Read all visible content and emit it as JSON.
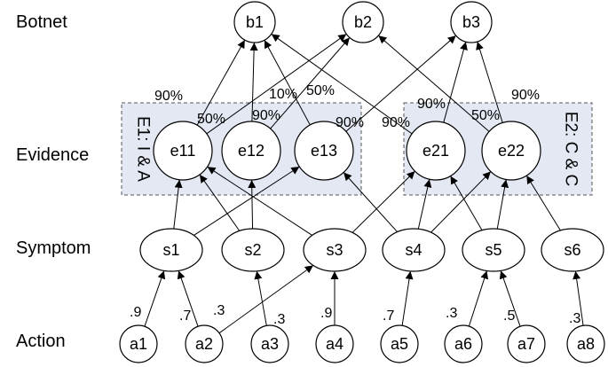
{
  "layers": {
    "botnet": "Botnet",
    "evidence": "Evidence",
    "symptom": "Symptom",
    "action": "Action"
  },
  "groups": {
    "e1": "E1: I & A",
    "e2": "E2: C & C"
  },
  "nodes": {
    "b1": "b1",
    "b2": "b2",
    "b3": "b3",
    "e11": "e11",
    "e12": "e12",
    "e13": "e13",
    "e21": "e21",
    "e22": "e22",
    "s1": "s1",
    "s2": "s2",
    "s3": "s3",
    "s4": "s4",
    "s5": "s5",
    "s6": "s6",
    "a1": "a1",
    "a2": "a2",
    "a3": "a3",
    "a4": "a4",
    "a5": "a5",
    "a6": "a6",
    "a7": "a7",
    "a8": "a8"
  },
  "edges": [
    {
      "from": "e11",
      "to": "b1"
    },
    {
      "from": "e11",
      "to": "b2"
    },
    {
      "from": "e12",
      "to": "b1"
    },
    {
      "from": "e12",
      "to": "b2"
    },
    {
      "from": "e13",
      "to": "b1"
    },
    {
      "from": "e13",
      "to": "b3"
    },
    {
      "from": "e21",
      "to": "b1"
    },
    {
      "from": "e21",
      "to": "b3"
    },
    {
      "from": "e22",
      "to": "b2"
    },
    {
      "from": "e22",
      "to": "b3"
    },
    {
      "from": "s1",
      "to": "e11"
    },
    {
      "from": "s1",
      "to": "e13"
    },
    {
      "from": "s2",
      "to": "e11"
    },
    {
      "from": "s2",
      "to": "e12"
    },
    {
      "from": "s3",
      "to": "e11"
    },
    {
      "from": "s3",
      "to": "e21"
    },
    {
      "from": "s4",
      "to": "e13"
    },
    {
      "from": "s4",
      "to": "e21"
    },
    {
      "from": "s4",
      "to": "e22"
    },
    {
      "from": "s5",
      "to": "e21"
    },
    {
      "from": "s5",
      "to": "e22"
    },
    {
      "from": "s6",
      "to": "e22"
    },
    {
      "from": "a1",
      "to": "s1"
    },
    {
      "from": "a2",
      "to": "s1"
    },
    {
      "from": "a2",
      "to": "s3"
    },
    {
      "from": "a3",
      "to": "s2"
    },
    {
      "from": "a4",
      "to": "s3"
    },
    {
      "from": "a5",
      "to": "s4"
    },
    {
      "from": "a6",
      "to": "s5"
    },
    {
      "from": "a7",
      "to": "s5"
    },
    {
      "from": "a8",
      "to": "s6"
    }
  ],
  "edge_labels": {
    "p90_a": "90%",
    "p50_a": "50%",
    "p90_b": "90%",
    "p10": "10%",
    "p50_b": "50%",
    "p90_c": "90%",
    "p90_d": "90%",
    "p90_e": "90%",
    "p50_c": "50%",
    "p90_f": "90%",
    "w_a1": ".9",
    "w_a2": ".7",
    "w_a2b": ".3",
    "w_a3": ".3",
    "w_a4": ".9",
    "w_a5": ".7",
    "w_a6": ".3",
    "w_a7": ".5",
    "w_a8": ".3"
  }
}
